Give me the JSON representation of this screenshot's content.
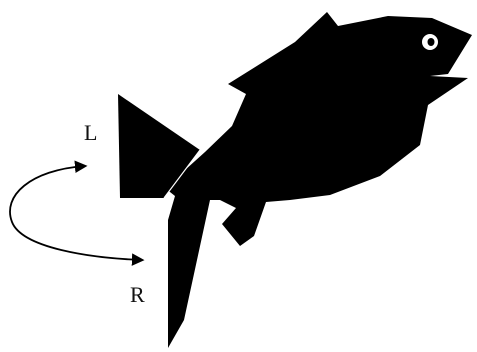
{
  "labels": {
    "left": "L",
    "right": "R"
  },
  "colors": {
    "fish": "#000000",
    "eye_ring": "#000000",
    "eye_white": "#ffffff",
    "arrow": "#000000",
    "background": "#ffffff"
  },
  "icons": {
    "arrow": "double-headed-curved-arrow"
  }
}
